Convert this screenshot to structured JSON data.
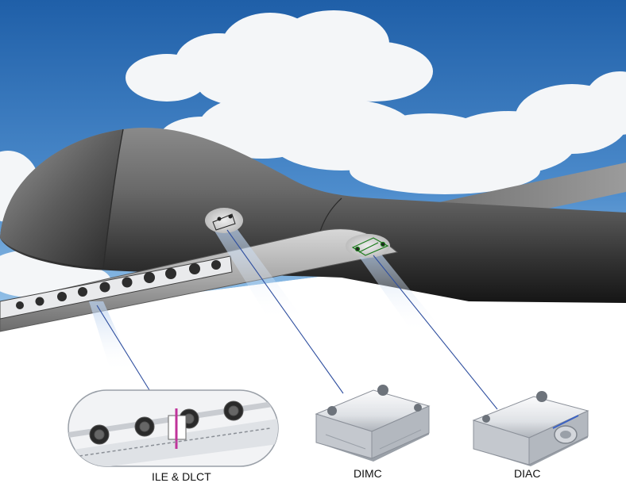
{
  "labels": {
    "ile_dlct": "ILE & DLCT",
    "dimc": "DIMC",
    "diac": "DIAC"
  },
  "colors": {
    "sky_top": "#1f5fa8",
    "sky_bottom": "#8cbde6",
    "cloud": "#f4f6f8",
    "fuselage_light": "#b0b0b0",
    "fuselage_dark": "#1b1b1b",
    "leader_line": "#2f4f9f",
    "component_metal": "#e4e6e9",
    "caption_text": "#111111"
  },
  "icons": [
    "uav-airframe",
    "ile-dlct-assembly",
    "dimc-module",
    "diac-module"
  ]
}
